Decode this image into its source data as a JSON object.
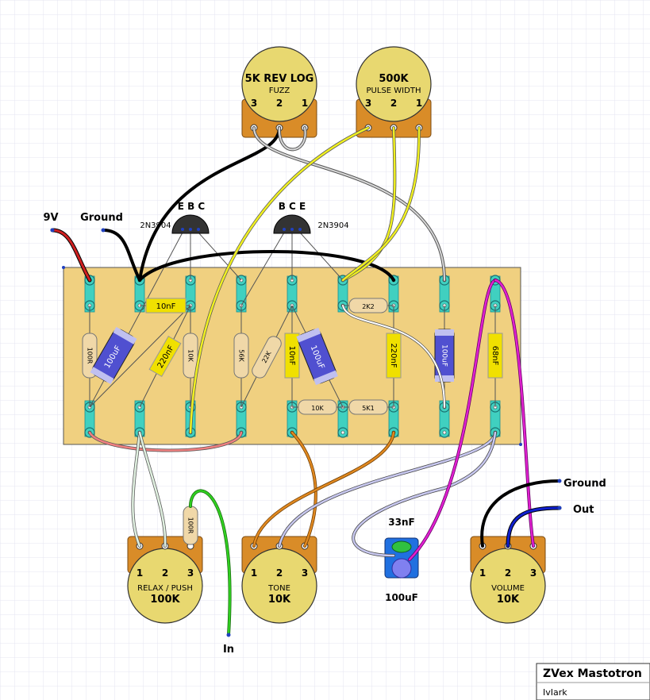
{
  "title": "ZVex Mastotron",
  "author": "IvIark",
  "labels": {
    "power_9v": "9V",
    "ground_top": "Ground",
    "ground_right": "Ground",
    "out": "Out",
    "in": "In",
    "cap_33nf": "33nF",
    "cap_100uf_bottom": "100uF"
  },
  "pots": {
    "fuzz": {
      "value": "5K REV LOG",
      "name": "FUZZ",
      "pins": [
        "3",
        "2",
        "1"
      ]
    },
    "pulse": {
      "value": "500K",
      "name": "PULSE WIDTH",
      "pins": [
        "3",
        "2",
        "1"
      ]
    },
    "relax": {
      "name": "RELAX / PUSH",
      "value": "100K",
      "pins": [
        "1",
        "2",
        "3"
      ]
    },
    "tone": {
      "name": "TONE",
      "value": "10K",
      "pins": [
        "1",
        "2",
        "3"
      ]
    },
    "volume": {
      "name": "VOLUME",
      "value": "10K",
      "pins": [
        "1",
        "2",
        "3"
      ]
    }
  },
  "transistors": {
    "left": {
      "part": "2N3904",
      "pins": "E B C"
    },
    "right": {
      "part": "2N3904",
      "pins": "B C E"
    }
  },
  "components": {
    "r100_left": "100R",
    "c100uf_left": "100uF",
    "c10nf_top": "10nF",
    "c220nf_left": "220nF",
    "r10k_vertical": "10K",
    "r56k": "56K",
    "r22k": "22K",
    "c10nf_mid": "10nF",
    "c100uf_mid": "100uF",
    "r2k2": "2K2",
    "c220nf_right": "220nF",
    "c100uf_right": "100uF",
    "c68nf": "68nF",
    "r10k_horizontal": "10K",
    "r5k1": "5K1",
    "r100_relax": "100R"
  },
  "colors": {
    "board": "#f0d080",
    "pot": "#e8d870",
    "pot_base": "#d98c28",
    "strip": "#40d0c0",
    "wire_black": "#000000",
    "wire_red": "#d02020",
    "wire_yellow": "#f0f020",
    "wire_orange": "#e08820",
    "wire_magenta": "#e020d0",
    "wire_blue": "#1020d0",
    "wire_green": "#30d020",
    "wire_grey": "#d8d8d8",
    "wire_lavender": "#c8c8f0",
    "wire_pink": "#f08080",
    "cap_blue": "#5050d0",
    "cap_yellow": "#f0e000",
    "resistor": "#f0d8a8"
  }
}
